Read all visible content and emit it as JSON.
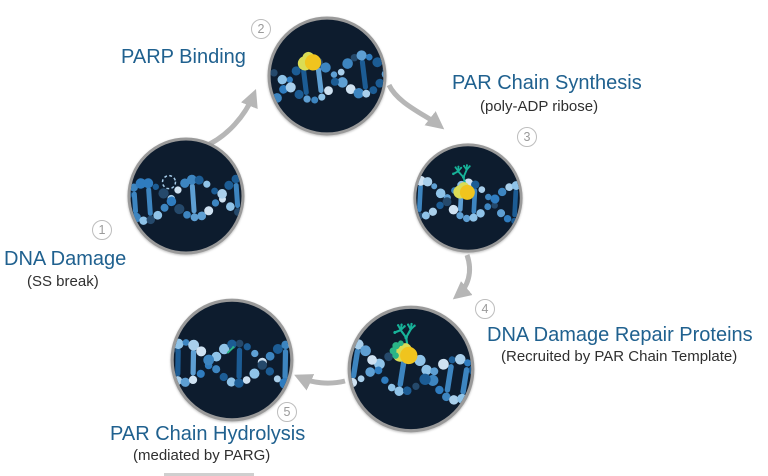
{
  "steps": [
    {
      "number": "1",
      "label": "DNA Damage",
      "sublabel": "(SS break)",
      "icon": "dna-helix-break-icon"
    },
    {
      "number": "2",
      "label": "PARP Binding",
      "sublabel": "",
      "icon": "dna-helix-parp-icon"
    },
    {
      "number": "3",
      "label": "PAR Chain Synthesis",
      "sublabel": "(poly-ADP ribose)",
      "icon": "dna-helix-par-chain-icon"
    },
    {
      "number": "4",
      "label": "DNA Damage Repair Proteins",
      "sublabel": "(Recruited by PAR Chain Template)",
      "icon": "dna-helix-repair-proteins-icon"
    },
    {
      "number": "5",
      "label": "PAR Chain Hydrolysis",
      "sublabel": "(mediated by PARG)",
      "icon": "dna-helix-repaired-icon"
    }
  ],
  "colors": {
    "heading": "#20618F",
    "sublabel": "#2F2F2F",
    "circle_fill": "#0D1C2E",
    "circle_border": "#9A9A9A",
    "arrow": "#B6B6B6",
    "badge_border": "#BDBDBD",
    "badge_text": "#9A9A9A",
    "parp_yellow": "#F0C41E",
    "parp_yellow_light": "#DADC55",
    "par_chain_teal": "#17B39A",
    "protein_green": "#2AB587",
    "break_marker_blue": "#A5CBE9",
    "dna_blues": [
      "#CFE2F2",
      "#A9CFEB",
      "#5E9FD3",
      "#3D85C0",
      "#1C5C94",
      "#25496B",
      "#2F7CBF",
      "#8FC3E8"
    ]
  }
}
